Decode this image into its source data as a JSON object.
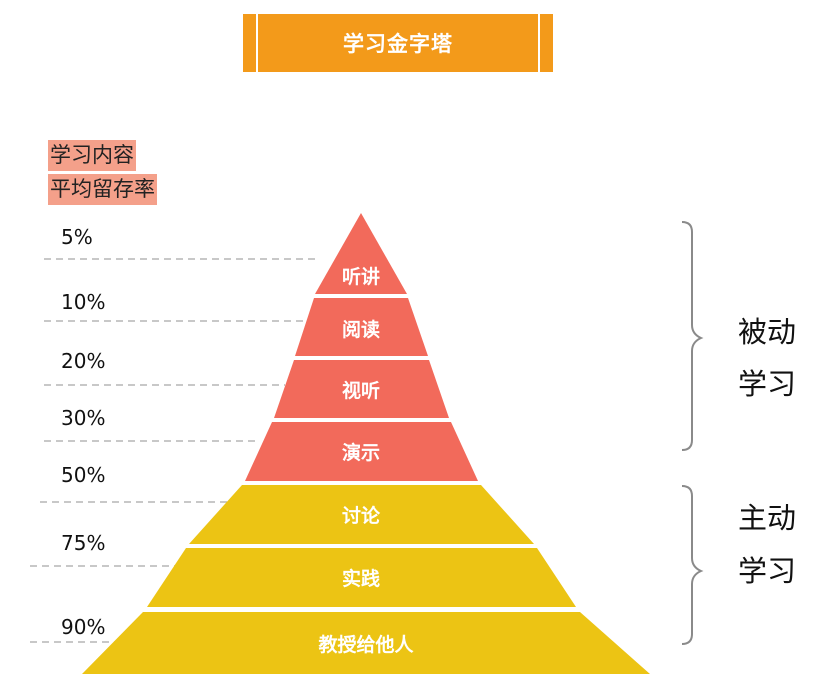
{
  "title": "学习金字塔",
  "header": {
    "line1": "学习内容",
    "line2": "平均留存率"
  },
  "layers": [
    {
      "label": "听讲",
      "retention": "5%",
      "group": "passive"
    },
    {
      "label": "阅读",
      "retention": "10%",
      "group": "passive"
    },
    {
      "label": "视听",
      "retention": "20%",
      "group": "passive"
    },
    {
      "label": "演示",
      "retention": "30%",
      "group": "passive"
    },
    {
      "label": "讨论",
      "retention": "50%",
      "group": "active"
    },
    {
      "label": "实践",
      "retention": "75%",
      "group": "active"
    },
    {
      "label": "教授给他人",
      "retention": "90%",
      "group": "active"
    }
  ],
  "groups": {
    "passive": {
      "line1": "被动",
      "line2": "学习"
    },
    "active": {
      "line1": "主动",
      "line2": "学习"
    }
  },
  "colors": {
    "banner": "#f39a1a",
    "header_bg": "#f4a08a",
    "passive": "#f26a5b",
    "active": "#ecc414",
    "dash": "#b5b5b5",
    "bracket": "#8a8a8a"
  }
}
